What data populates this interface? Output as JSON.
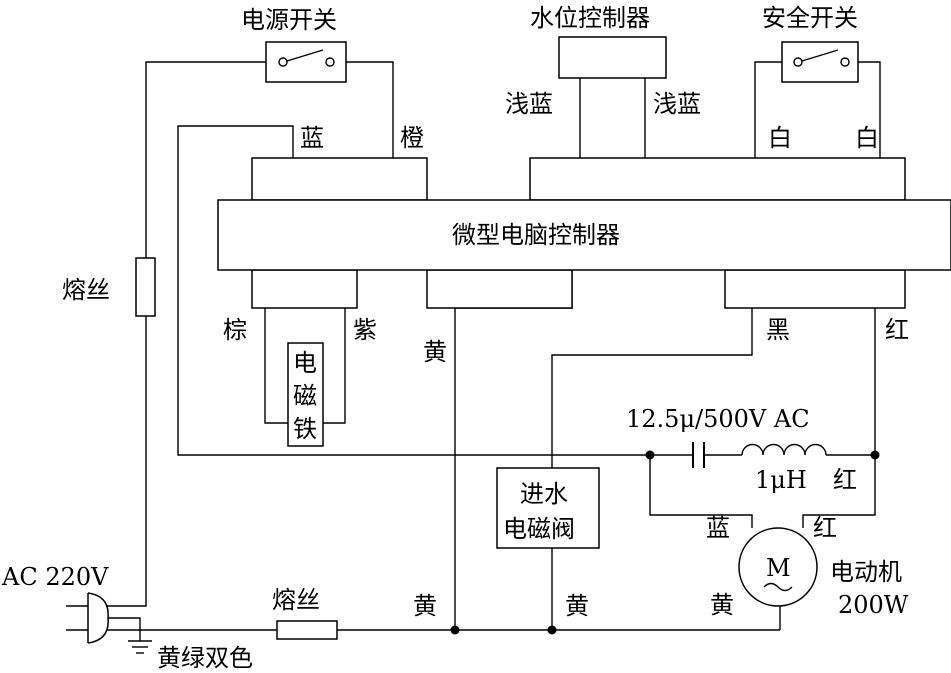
{
  "labels": {
    "power_switch": "电源开关",
    "water_level": "水位控制器",
    "safety_switch": "安全开关",
    "mcu": "微型电脑控制器",
    "fuse1": "熔丝",
    "fuse2": "熔丝",
    "ac_input": "AC 220V",
    "ground": "黄绿双色",
    "blue_top": "蓝",
    "orange": "橙",
    "light_blue_left": "浅蓝",
    "light_blue_right": "浅蓝",
    "white_left": "白",
    "white_right": "白",
    "brown": "棕",
    "purple": "紫",
    "yellow_mcu": "黄",
    "black": "黑",
    "red_mcu": "红",
    "electromagnet_1": "电",
    "electromagnet_2": "磁",
    "electromagnet_3": "铁",
    "capacitor": "12.5μ/500V  AC",
    "inductor": "1μH",
    "red_ind": "红",
    "inlet_valve_1": "进水",
    "inlet_valve_2": "电磁阀",
    "blue_motor": "蓝",
    "red_motor": "红",
    "yellow_motor": "黄",
    "motor_symbol": "M",
    "motor_name": "电动机",
    "motor_power": "200W",
    "yellow_bottom_1": "黄",
    "yellow_bottom_2": "黄"
  }
}
